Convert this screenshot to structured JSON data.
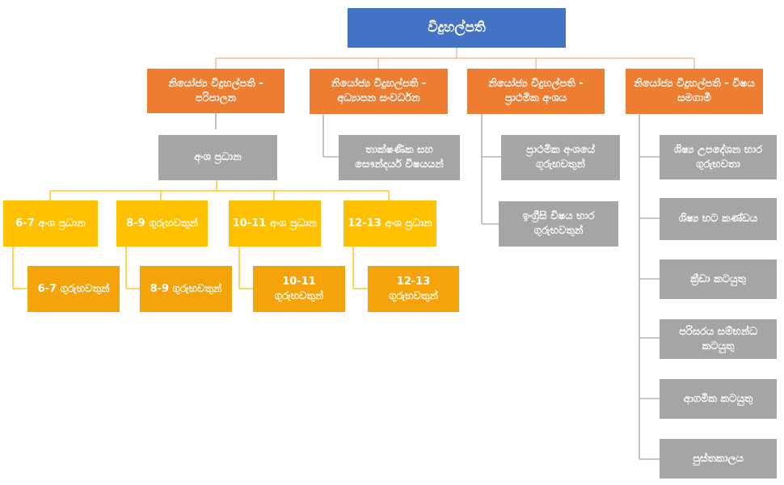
{
  "colors": {
    "top": "#4472c4",
    "deputy": "#ed7d31",
    "unit": "#a5a5a5",
    "grade_head": "#ffc000",
    "grade_teachers": "#f5a30a",
    "line_orange": "#f4b183",
    "line_gray": "#a5a5a5"
  },
  "top": {
    "label": "විදුහල්පති"
  },
  "deputies": [
    {
      "label": "නියෝජ්‍ය විදුහල්පති - පරිපාලන"
    },
    {
      "label": "නියෝජ්‍ය විදුහල්පති - අධ්‍යාපන සංවර්ධන"
    },
    {
      "label": "නියෝජ්‍ය විදුහල්පති - ප්‍රාථමික අංශය"
    },
    {
      "label": "නියෝජ්‍ය විදුහල්පති - විෂය සමගාමී"
    }
  ],
  "section_head": {
    "label": "අංශ ප්‍රධාන"
  },
  "tech_unit": {
    "label": "තාක්ෂණික සහ සෞන්දර්ය විෂයයන්"
  },
  "primary_units": [
    {
      "label": "ප්‍රාථමික අංශයේ ගුරුභවතුන්"
    },
    {
      "label": "ඉංග්‍රීසි විෂය භාර ගුරුභවතුන්"
    }
  ],
  "co_curricular": [
    {
      "label": "ශිෂ්‍ය උපදේශන භාර ගුරුභවතා"
    },
    {
      "label": "ශිෂ්‍ය භට කණ්ඩය"
    },
    {
      "label": "ක්‍රීඩා කටයුතු"
    },
    {
      "label": "පරිසරය සම්භන්ධ කටයුතු"
    },
    {
      "label": "ආගමික කටයුතු"
    },
    {
      "label": "පුස්තකාලය"
    }
  ],
  "grade_heads": [
    {
      "label": "6-7 අංශ ප්‍රධාන"
    },
    {
      "label": "8-9 ගුරුභවතුන්"
    },
    {
      "label": "10-11 අංශ ප්‍රධාන"
    },
    {
      "label": "12-13 අංශ ප්‍රධාන"
    }
  ],
  "grade_teachers": [
    {
      "label": "6-7 ගුරුභවතුන්"
    },
    {
      "label": "8-9 ගුරුභවතුන්"
    },
    {
      "label": "10-11 ගුරුභවතුන්"
    },
    {
      "label": "12-13 ගුරුභවතුන්"
    }
  ]
}
